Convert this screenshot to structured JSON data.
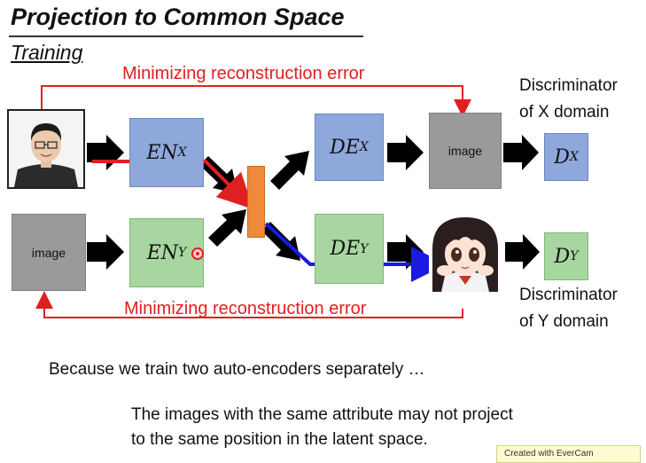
{
  "title": "Projection to Common Space",
  "subtitle": "Training",
  "recon_top": "Minimizing reconstruction error",
  "recon_bottom": "Minimizing reconstruction error",
  "disc_x": [
    "Discriminator",
    "of X domain"
  ],
  "disc_y": [
    "Discriminator",
    "of Y domain"
  ],
  "encoders": {
    "x": {
      "base": "EN",
      "sub": "X"
    },
    "y": {
      "base": "EN",
      "sub": "Y"
    }
  },
  "decoders": {
    "x": {
      "base": "DE",
      "sub": "X"
    },
    "y": {
      "base": "DE",
      "sub": "Y"
    }
  },
  "discriminators": {
    "x": {
      "base": "D",
      "sub": "X"
    },
    "y": {
      "base": "D",
      "sub": "Y"
    }
  },
  "image_label": "image",
  "notes": [
    "Because we train two auto-encoders separately …",
    "The images with the same attribute may not project",
    "to the same position in the latent space."
  ],
  "badge": "Created with EverCam",
  "colors": {
    "encoder_x": "#8ea8dc",
    "encoder_y": "#a8d6a0",
    "latent": "#ee8a3a",
    "image_box": "#9a9a9a",
    "recon_arrow": "#e02020",
    "path_x": "#e02020",
    "path_y": "#1a1ae0"
  }
}
